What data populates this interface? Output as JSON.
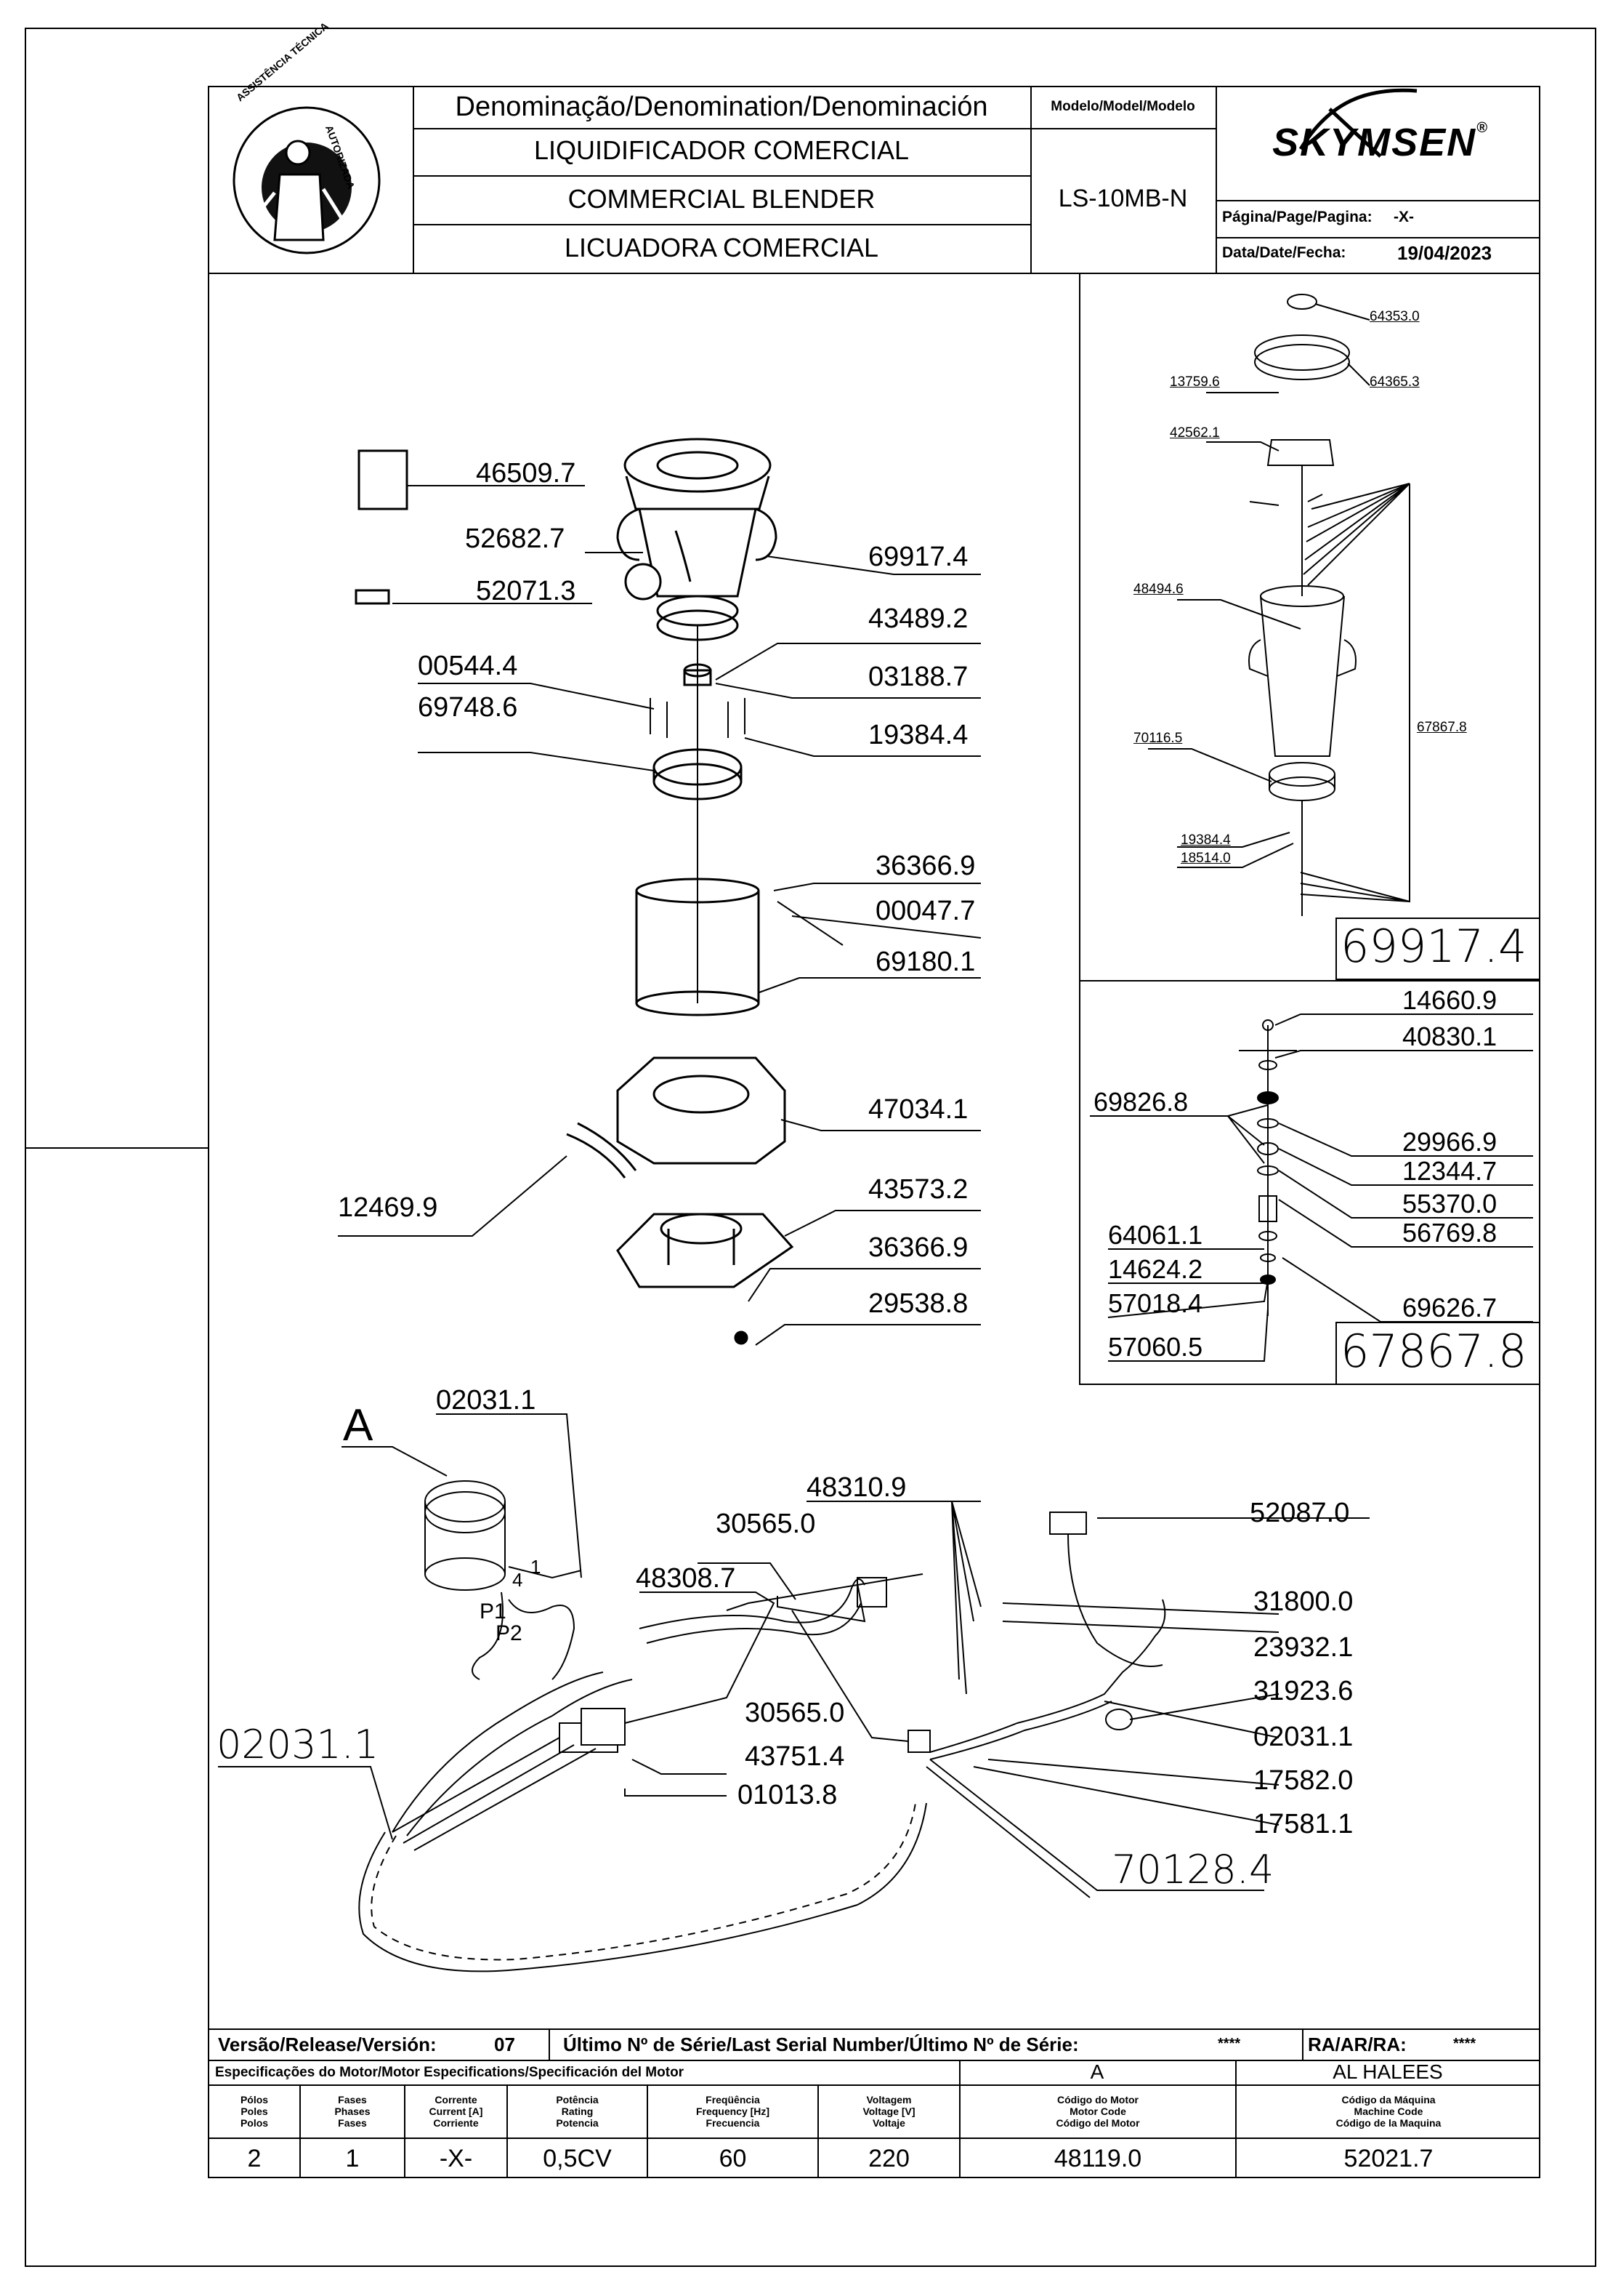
{
  "header": {
    "denomination_title": "Denominação/Denomination/Denominación",
    "name_pt": "LIQUIDIFICADOR COMERCIAL",
    "name_en": "COMMERCIAL BLENDER",
    "name_es": "LICUADORA COMERCIAL",
    "model_label": "Modelo/Model/Modelo",
    "model_value": "LS-10MB-N",
    "brand": "SKYMSEN",
    "page_label": "Página/Page/Pagina:",
    "page_value": "-X-",
    "date_label": "Data/Date/Fecha:",
    "date_value": "19/04/2023"
  },
  "logo": {
    "ring_text_left": "ASSISTÊNCIA TÉCNICA",
    "ring_text_right": "AUTORIZADA"
  },
  "main_parts": [
    "46509.7",
    "52682.7",
    "52071.3",
    "69917.4",
    "43489.2",
    "00544.4",
    "03188.7",
    "69748.6",
    "19384.4",
    "36366.9",
    "00047.7",
    "69180.1",
    "47034.1",
    "12469.9",
    "43573.2",
    "36366.9",
    "29538.8"
  ],
  "jar_detail": {
    "parts": [
      "64353.0",
      "13759.6",
      "64365.3",
      "42562.1",
      "48494.6",
      "70116.5",
      "67867.8",
      "19384.4",
      "18514.0"
    ],
    "code": "69917.4"
  },
  "blade_detail": {
    "parts": [
      "14660.9",
      "40830.1",
      "69826.8",
      "29966.9",
      "12344.7",
      "55370.0",
      "56769.8",
      "64061.1",
      "14624.2",
      "57018.4",
      "57060.5",
      "69626.7"
    ],
    "code": "67867.8"
  },
  "wiring": {
    "view_label": "A",
    "motor_marks": [
      "P1",
      "P2",
      "1",
      "4"
    ],
    "parts": [
      "02031.1",
      "48310.9",
      "30565.0",
      "48308.7",
      "52087.0",
      "31800.0",
      "23932.1",
      "31923.6",
      "30565.0",
      "43751.4",
      "01013.8",
      "02031.1",
      "17582.0",
      "17581.1"
    ],
    "big_left": "02031.1",
    "big_bottom": "70128.4"
  },
  "footer": {
    "version_label": "Versão/Release/Versión:",
    "version_value": "07",
    "serial_label": "Último Nº de Série/Last Serial Number/Último Nº de Série:",
    "serial_value": "****",
    "ra_label": "RA/AR/RA:",
    "ra_value": "****",
    "motor_spec_label": "Especificações do Motor/Motor Especifications/Specificación del Motor",
    "motor_letter": "A",
    "dealer": "AL HALEES",
    "columns": [
      {
        "label": "Pólos\nPoles\nPolos",
        "value": "2"
      },
      {
        "label": "Fases\nPhases\nFases",
        "value": "1"
      },
      {
        "label": "Corrente\nCurrent [A]\nCorriente",
        "value": "-X-"
      },
      {
        "label": "Potência\nRating\nPotencia",
        "value": "0,5CV"
      },
      {
        "label": "Freqüência\nFrequency [Hz]\nFrecuencia",
        "value": "60"
      },
      {
        "label": "Voltagem\nVoltage [V]\nVoltaje",
        "value": "220"
      },
      {
        "label": "Código do Motor\nMotor Code\nCódigo del Motor",
        "value": "48119.0"
      },
      {
        "label": "Código da Máquina\nMachine Code\nCódigo de la Maquina",
        "value": "52021.7"
      }
    ]
  }
}
